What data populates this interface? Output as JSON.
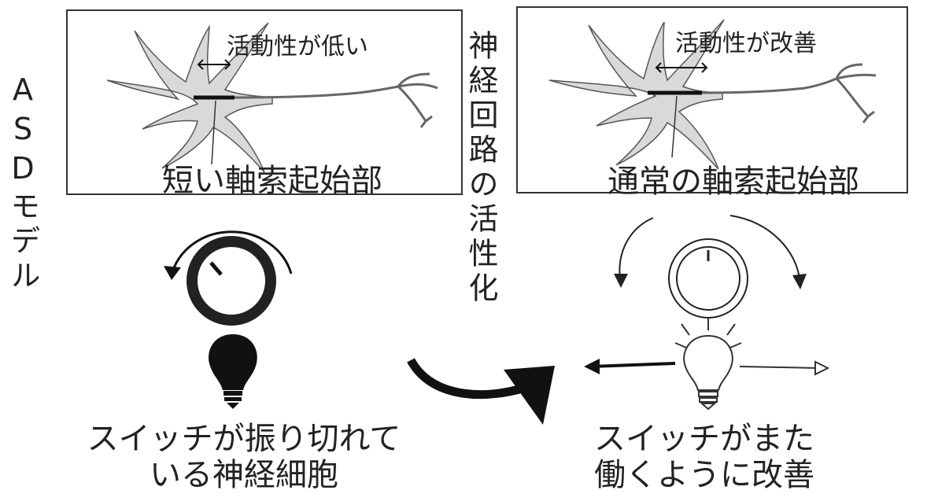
{
  "left_vertical_label": "ASDモデル",
  "center_vertical_label": "神経回路の活性化",
  "left_panel": {
    "activity_label": "活動性が低い",
    "ais_label": "短い軸索起始部"
  },
  "right_panel": {
    "activity_label": "活動性が改善",
    "ais_label": "通常の軸索起始部"
  },
  "left_caption": {
    "line1": "スイッチが振り切れて",
    "line2": "いる神経細胞"
  },
  "right_caption": {
    "line1": "スイッチがまた",
    "line2": "働くように改善"
  },
  "colors": {
    "neuron_fill": "#d9d9d9",
    "line": "#222222"
  }
}
